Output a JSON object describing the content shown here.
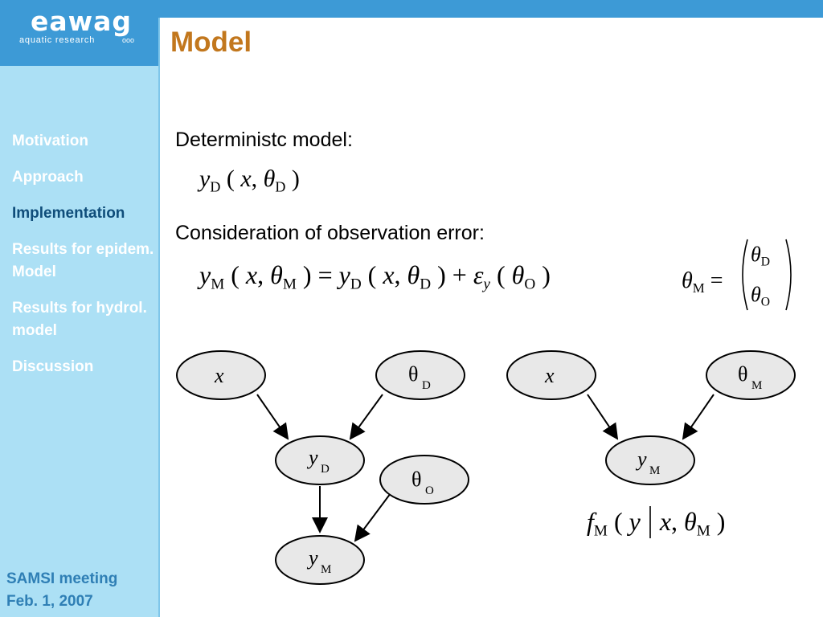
{
  "logo": {
    "name": "eawag",
    "tagline": "aquatic research",
    "circles": "ooo"
  },
  "slide": {
    "title": "Model"
  },
  "nav": {
    "items": [
      {
        "label": "Motivation",
        "active": false
      },
      {
        "label": "Approach",
        "active": false
      },
      {
        "label": "Implementation",
        "active": true
      },
      {
        "label": "Results for epidem. Model",
        "active": false
      },
      {
        "label": "Results for hydrol. model",
        "active": false
      },
      {
        "label": "Discussion",
        "active": false
      }
    ]
  },
  "footer": {
    "line1": "SAMSI meeting",
    "line2": "Feb. 1, 2007"
  },
  "content": {
    "heading1": "Deterministc model:",
    "heading2": "Consideration of observation error:"
  },
  "graph_left": {
    "nodes": {
      "x": "x",
      "theta": "θ",
      "theta_sub": "D",
      "yd": "y",
      "yd_sub": "D",
      "thetao": "θ",
      "thetao_sub": "O",
      "ym": "y",
      "ym_sub": "M"
    }
  },
  "graph_right": {
    "nodes": {
      "x": "x",
      "theta": "θ",
      "theta_sub": "M",
      "ym": "y",
      "ym_sub": "M"
    }
  },
  "colors": {
    "accent": "#3d9ad6",
    "sidebar": "#ace0f5",
    "title": "#c2771d",
    "node_fill": "#e8e8e8",
    "active_nav": "#0f4d7a"
  }
}
